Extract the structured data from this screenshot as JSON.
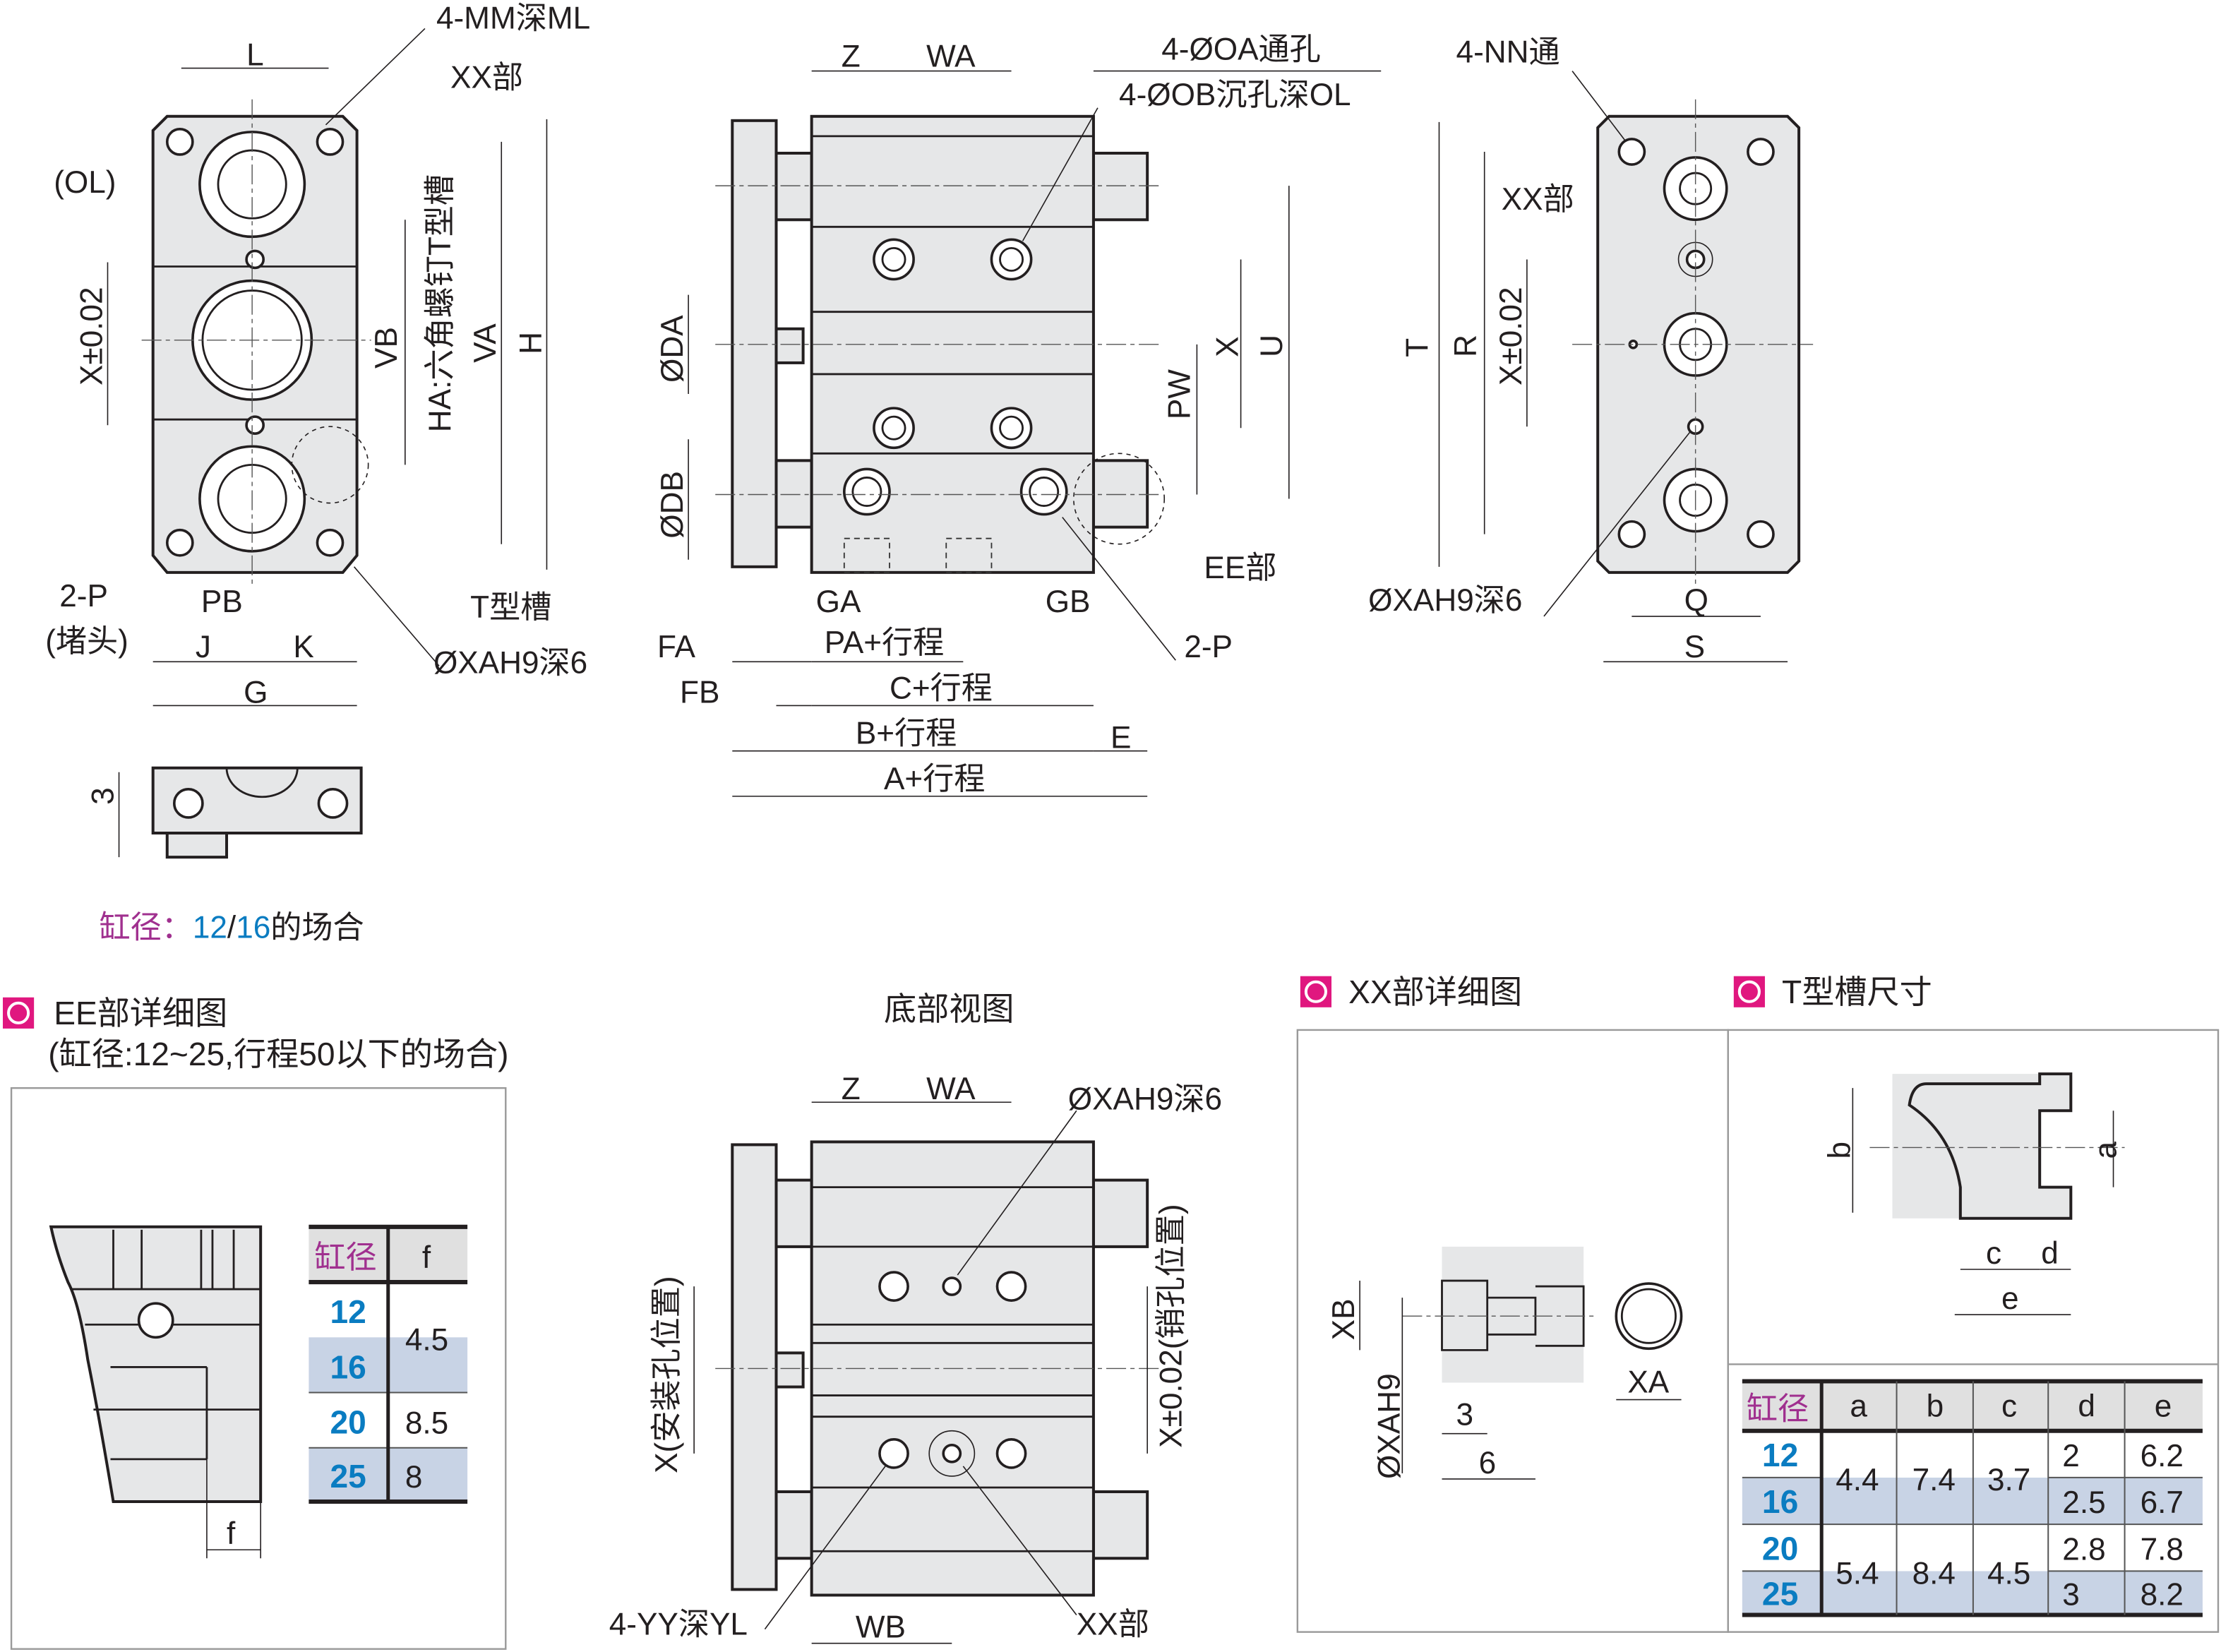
{
  "colors": {
    "accent_marker": "#e0177f",
    "bore_text": "#0a7cc1",
    "bore_header": "#a0308f",
    "row_shade": "#c8d3e5",
    "header_shade": "#e0e0e0",
    "part_fill": "#e6e7e8"
  },
  "front_view": {
    "mm": "4-MM深ML",
    "L": "L",
    "xx": "XX部",
    "ol": "(OL)",
    "x": "X±0.02",
    "vb": "VB",
    "ha": "HA:六角螺钉T型槽",
    "va": "VA",
    "h": "H",
    "p": "2-P",
    "plug": "(堵头)",
    "pb": "PB",
    "tslot": "T型槽",
    "j": "J",
    "k": "K",
    "xa": "ØXAH9深6",
    "g": "G",
    "three": "3",
    "caption": {
      "prefix": "缸径：",
      "b1": "12",
      "sep": "/",
      "b2": "16",
      "suffix": "的场合"
    }
  },
  "side_view": {
    "z": "Z",
    "wa": "WA",
    "oa": "4-ØOA通孔",
    "ob": "4-ØOB沉孔深OL",
    "da": "ØDA",
    "db": "ØDB",
    "x": "X",
    "u": "U",
    "pw": "PW",
    "ee": "EE部",
    "ga": "GA",
    "gb": "GB",
    "fa": "FA",
    "pa": "PA+行程",
    "p": "2-P",
    "fb": "FB",
    "c": "C+行程",
    "b": "B+行程",
    "e": "E",
    "a": "A+行程"
  },
  "rear_view": {
    "nn": "4-NN通",
    "xx": "XX部",
    "t": "T",
    "r": "R",
    "x": "X±0.02",
    "xa": "ØXAH9深6",
    "q": "Q",
    "s": "S"
  },
  "ee_detail": {
    "title": "EE部详细图",
    "subtitle": "(缸径:12~25,行程50以下的场合)",
    "f_label": "f",
    "table": {
      "headers": [
        "缸径",
        "f"
      ],
      "rows": [
        [
          "12",
          "4.5"
        ],
        [
          "16",
          ""
        ],
        [
          "20",
          "8.5"
        ],
        [
          "25",
          "8"
        ]
      ]
    }
  },
  "bottom_view": {
    "title": "底部视图",
    "z": "Z",
    "wa": "WA",
    "xa": "ØXAH9深6",
    "x_mount": "X(安装孔位置)",
    "x_pin": "X±0.02(销孔位置)",
    "yy": "4-YY深YL",
    "wb": "WB",
    "xx": "XX部"
  },
  "xx_detail": {
    "title": "XX部详细图",
    "xb": "XB",
    "xah9": "ØXAH9",
    "three": "3",
    "six": "6",
    "xa": "XA"
  },
  "tslot": {
    "title": "T型槽尺寸",
    "b": "b",
    "a": "a",
    "c": "c",
    "d": "d",
    "e": "e",
    "table": {
      "headers": [
        "缸径",
        "a",
        "b",
        "c",
        "d",
        "e"
      ],
      "rows": [
        [
          "12",
          "4.4",
          "7.4",
          "3.7",
          "2",
          "6.2"
        ],
        [
          "16",
          "",
          "",
          "",
          "2.5",
          "6.7"
        ],
        [
          "20",
          "5.4",
          "8.4",
          "4.5",
          "2.8",
          "7.8"
        ],
        [
          "25",
          "",
          "",
          "",
          "3",
          "8.2"
        ]
      ]
    }
  }
}
